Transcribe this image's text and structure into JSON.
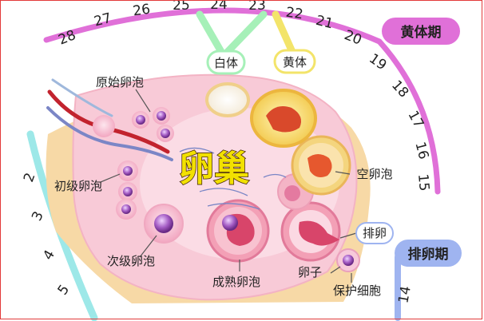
{
  "diagram": {
    "center_label": "卵巢",
    "labels": {
      "primordial_follicle": "原始卵泡",
      "primary_follicle": "初级卵泡",
      "secondary_follicle": "次级卵泡",
      "mature_follicle": "成熟卵泡",
      "corpus_albicans": "白体",
      "corpus_luteum": "黄体",
      "empty_follicle": "空卵泡",
      "ovulation": "排卵",
      "ovum": "卵子",
      "protective_cells": "保护细胞"
    },
    "phases": {
      "luteal": "黄体期",
      "ovulatory": "排卵期"
    },
    "day_numbers": {
      "top_arc": [
        "28",
        "27",
        "26",
        "25",
        "24",
        "23",
        "22",
        "21",
        "20",
        "19",
        "18",
        "17",
        "16",
        "15"
      ],
      "left_arc": [
        "2",
        "3",
        "4",
        "5"
      ],
      "bottom_right": [
        "14"
      ]
    },
    "colors": {
      "luteal_band": "#e070d8",
      "left_band": "#9de8e8",
      "ovulatory_band": "#9fb4f0",
      "corpus_albicans_pointer": "#a6f0b8",
      "corpus_luteum_pointer": "#f3e46a",
      "ovary_fill": "#f8cad7",
      "ovary_base": "#f7d9a6",
      "center_label_fill": "#f2e100"
    }
  }
}
